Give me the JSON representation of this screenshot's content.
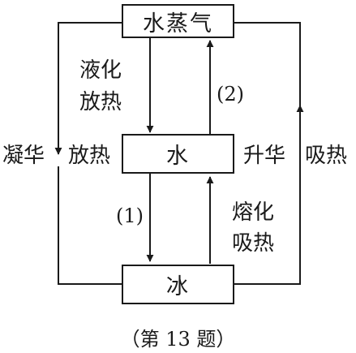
{
  "nodes": {
    "vapor": "水蒸气",
    "water": "水",
    "ice": "冰"
  },
  "edges": {
    "liquefaction": {
      "line1": "液化",
      "line2": "放热"
    },
    "vaporization": {
      "marker": "(2)"
    },
    "melting": {
      "line1": "熔化",
      "line2": "吸热"
    },
    "freezing": {
      "marker": "(1)"
    },
    "deposition": {
      "label": "凝华",
      "heat": "放热"
    },
    "sublimation": {
      "label": "升华",
      "heat": "吸热"
    }
  },
  "caption": "（第 13 题）",
  "colors": {
    "ink": "#1a1a1a",
    "background": "#ffffff"
  }
}
